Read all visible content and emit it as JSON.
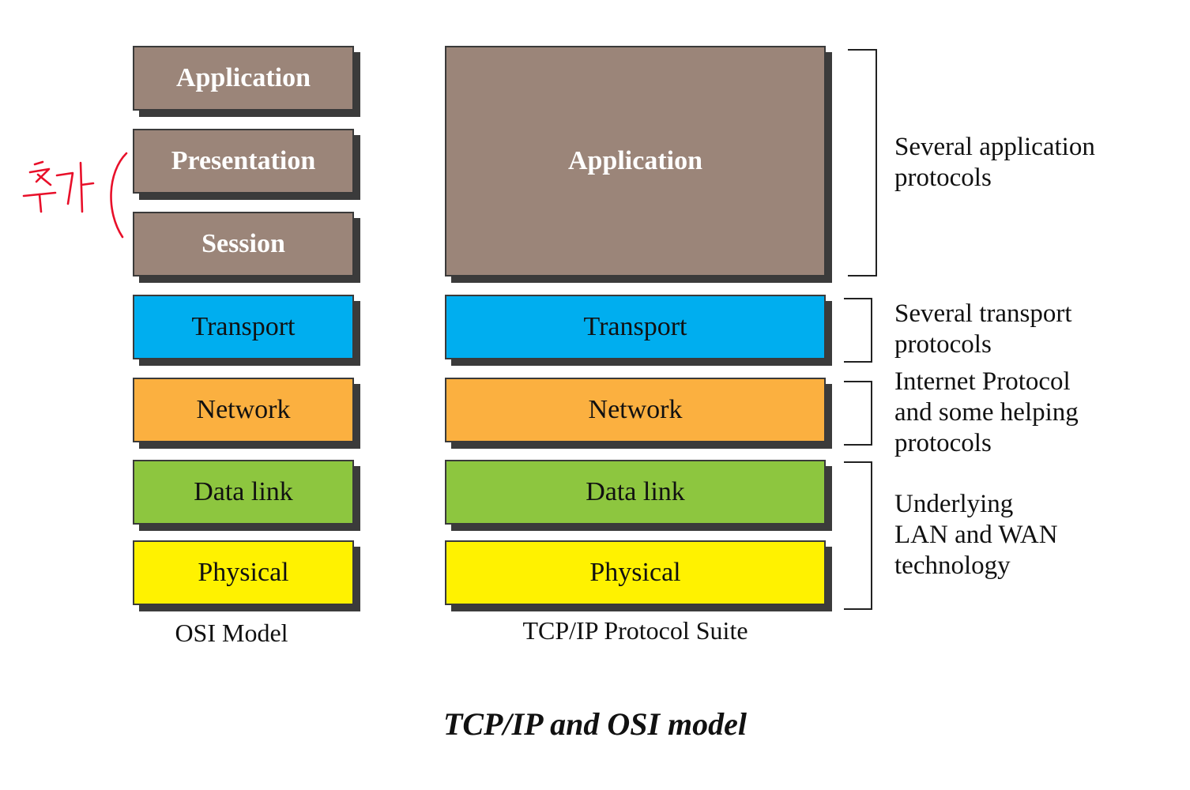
{
  "colors": {
    "application": "#9b8579",
    "transport": "#00aeef",
    "network": "#fbb040",
    "datalink": "#8dc63f",
    "physical": "#fff200",
    "shadow": "#3b3b3b",
    "annotation": "#e8102a"
  },
  "osi": {
    "caption": "OSI Model",
    "layers": [
      "Application",
      "Presentation",
      "Session",
      "Transport",
      "Network",
      "Data link",
      "Physical"
    ]
  },
  "tcpip": {
    "caption": "TCP/IP Protocol Suite",
    "layers": [
      "Application",
      "Transport",
      "Network",
      "Data link",
      "Physical"
    ]
  },
  "descriptions": {
    "application": [
      "Several application",
      "protocols"
    ],
    "transport": [
      "Several transport",
      "protocols"
    ],
    "network": [
      "Internet Protocol",
      "and some helping",
      "protocols"
    ],
    "link": [
      "Underlying",
      "LAN and WAN",
      "technology"
    ]
  },
  "annotation": {
    "type": "handwritten-korean-note",
    "text": "추가"
  },
  "title": "TCP/IP and OSI model"
}
